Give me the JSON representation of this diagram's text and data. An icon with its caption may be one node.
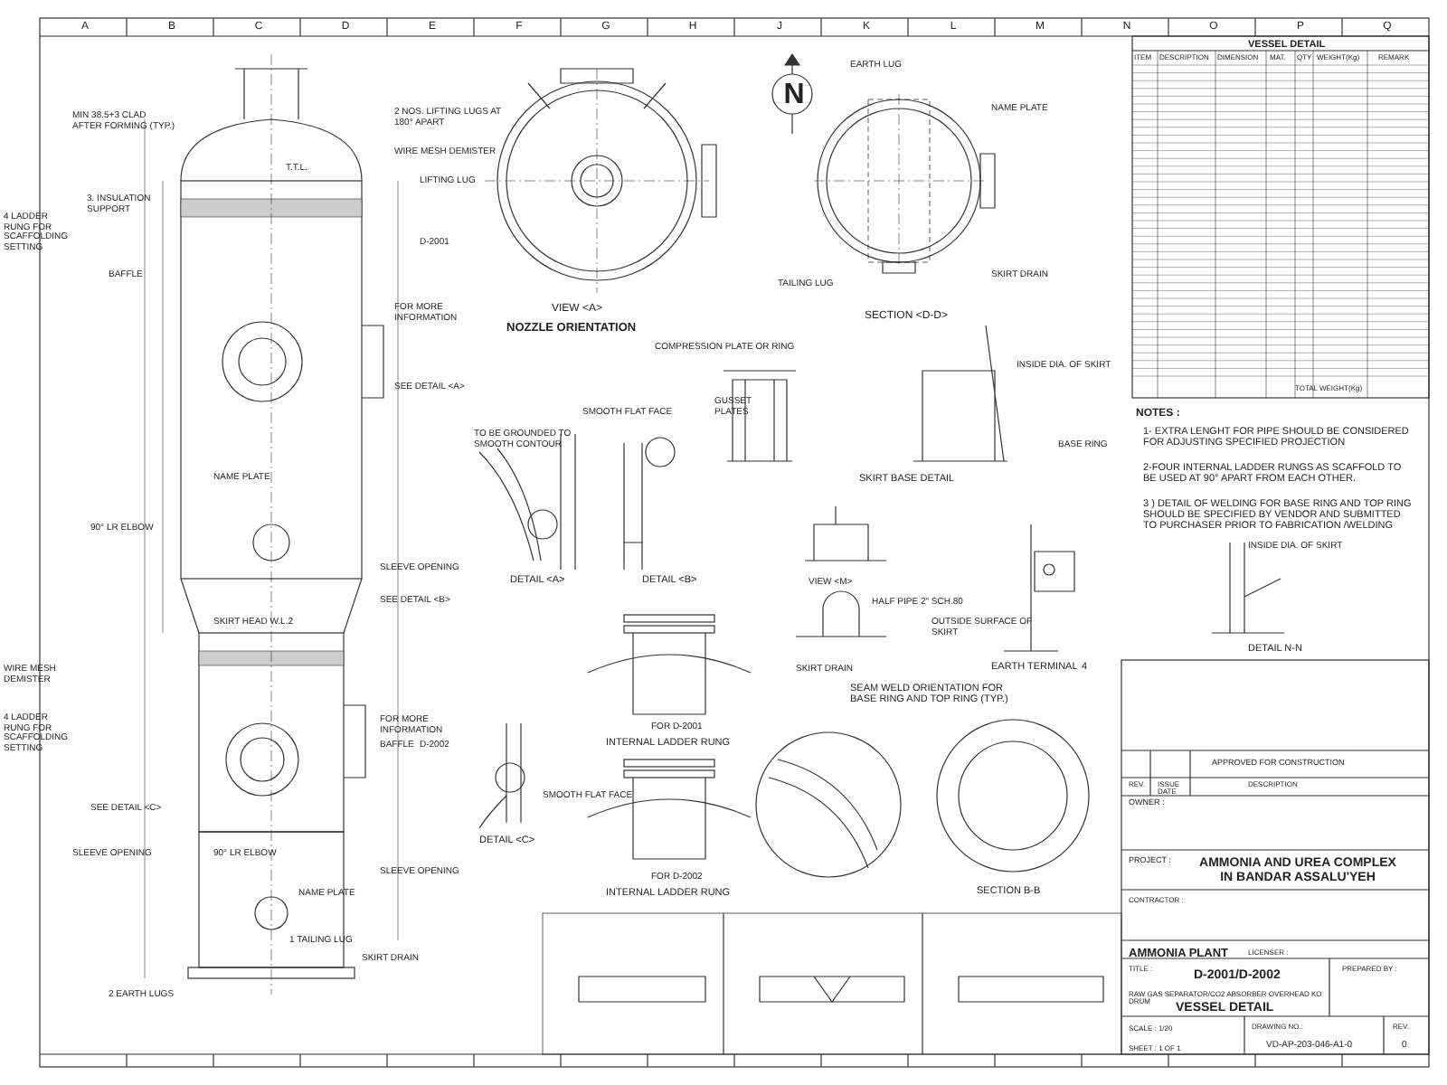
{
  "diagram": {
    "labels": [
      "A",
      "B",
      "C",
      "D",
      "E",
      "F",
      "G",
      "H",
      "J",
      "K",
      "L",
      "M",
      "N",
      "O",
      "P",
      "Q",
      "MIN 38.5+3 CLAD AFTER FORMING (TYP.)",
      "2 NOS. LIFTING LUGS AT 180° APART",
      "WIRE MESH DEMISTER",
      "T.T.L.",
      "4 LADDER RUNG FOR SCAFFOLDING SETTING",
      "3. INSULATION SUPPORT",
      "BAFFLE",
      "D-2001",
      "FOR MORE INFORMATION",
      "SEE DETAIL <A>",
      "NAME PLATE",
      "90° LR ELBOW",
      "SLEEVE OPENING",
      "SEE DETAIL <B>",
      "SKIRT HEAD W.L.2",
      "WIRE MESH DEMISTER",
      "4 LADDER RUNG FOR SCAFFOLDING SETTING",
      "BAFFLE",
      "FOR MORE INFORMATION",
      "SEE DETAIL <C>",
      "SLEEVE OPENING",
      "90° LR ELBOW",
      "SLEEVE OPENING",
      "NAME PLATE",
      "1 TAILING LUG",
      "SKIRT DRAIN",
      "2 EARTH LUGS",
      "D-2002",
      "LIFTING LUG",
      "VIEW <A>",
      "NOZZLE ORIENTATION",
      "N",
      "EARTH LUG",
      "NAME PLATE",
      "TAILING LUG",
      "SKIRT DRAIN",
      "SECTION <D-D>",
      "COMPRESSION PLATE OR RING",
      "GUSSET PLATES",
      "SKIRT BASE DETAIL",
      "INSIDE DIA. OF SKIRT",
      "BASE RING",
      "SMOOTH FLAT FACE",
      "TO BE GROUNDED TO SMOOTH CONTOUR",
      "DETAIL <A>",
      "DETAIL <B>",
      "DETAIL <C>",
      "SMOOTH FLAT FACE",
      "FOR D-2001",
      "INTERNAL LADDER RUNG",
      "FOR D-2002",
      "INTERNAL LADDER RUNG",
      "VIEW <M>",
      "HALF PIPE 2\" SCH.80",
      "SKIRT DRAIN",
      "OUTSIDE SURFACE OF SKIRT",
      "EARTH TERMINAL",
      "4",
      "SEAM WELD ORIENTATION FOR BASE RING AND TOP RING (TYP.)",
      "SECTION B-B",
      "VESSEL DETAIL",
      "ITEM",
      "DESCRIPTION",
      "DIMENSION",
      "MAT.",
      "QTY",
      "WEIGHT(Kg)",
      "REMARK",
      "TOTAL WEIGHT(Kg)",
      "NOTES :",
      "1- EXTRA LENGHT FOR PIPE SHOULD BE CONSIDERED FOR ADJUSTING SPECIFIED PROJECTION",
      "2-FOUR INTERNAL LADDER RUNGS AS SCAFFOLD TO BE USED AT 90° APART FROM EACH OTHER.",
      "3 ) DETAIL OF WELDING FOR BASE RING AND TOP RING SHOULD BE SPECIFIED BY VENDOR AND SUBMITTED TO PURCHASER PRIOR TO FABRICATION /WELDING",
      "INSIDE DIA. OF SKIRT",
      "DETAIL N-N",
      "APPROVED FOR CONSTRUCTION",
      "REV.",
      "ISSUE DATE",
      "DESCRIPTION",
      "OWNER :",
      "PROJECT :",
      "AMMONIA AND UREA COMPLEX IN BANDAR ASSALU'YEH",
      "CONTRACTOR :",
      "AMMONIA PLANT",
      "LICENSER :",
      "TITLE :",
      "D-2001/D-2002",
      "RAW GAS SEPARATOR/CO2 ABSORBER OVERHEAD KO DRUM",
      "VESSEL DETAIL",
      "PREPARED BY :",
      "SCALE : 1/20",
      "DRAWING NO.:",
      "VD-AP-203-046-A1-0",
      "REV.",
      "0",
      "SHEET : 1 OF 1"
    ]
  }
}
